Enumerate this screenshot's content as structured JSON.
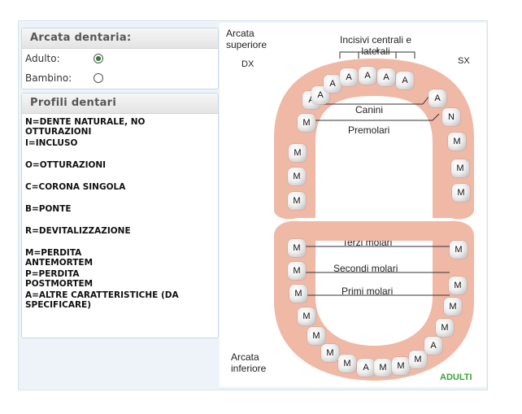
{
  "arch_panel": {
    "title": "Arcata dentaria:",
    "options": [
      {
        "label": "Adulto:",
        "selected": true
      },
      {
        "label": "Bambino:",
        "selected": false
      }
    ]
  },
  "profiles_panel": {
    "title": "Profili dentari",
    "items": [
      "N=DENTE NATURALE, NO OTTURAZIONI",
      "I=INCLUSO",
      "O=OTTURAZIONI",
      "C=CORONA SINGOLA",
      "B=PONTE",
      "R=DEVITALIZZAZIONE",
      "M=PERDITA ANTEMORTEM",
      "P=PERDITA POSTMORTEM",
      "A=ALTRE CARATTERISTICHE (DA SPECIFICARE)"
    ]
  },
  "diagram": {
    "upper_arch_label": "Arcata superiore",
    "lower_arch_label": "Arcata inferiore",
    "right_side": "DX",
    "left_side": "SX",
    "incisors_label": "Incisivi centrali e laterali",
    "canines_label": "Canini",
    "premolars_label": "Premolari",
    "third_molars_label": "Terzi molari",
    "second_molars_label": "Secondi molari",
    "first_molars_label": "Primi molari",
    "mode_label": "ADULTI",
    "arch_color": "#efb9a6",
    "upper_teeth": [
      "M",
      "M",
      "M",
      "M",
      "A",
      "A",
      "A",
      "A",
      "A",
      "A",
      "A",
      "A",
      "N",
      "M",
      "M",
      "M"
    ],
    "lower_teeth": [
      "M",
      "M",
      "M",
      "M",
      "M",
      "M",
      "M",
      "A",
      "M",
      "M",
      "M",
      "A",
      "M",
      "M",
      "M",
      "M"
    ]
  }
}
